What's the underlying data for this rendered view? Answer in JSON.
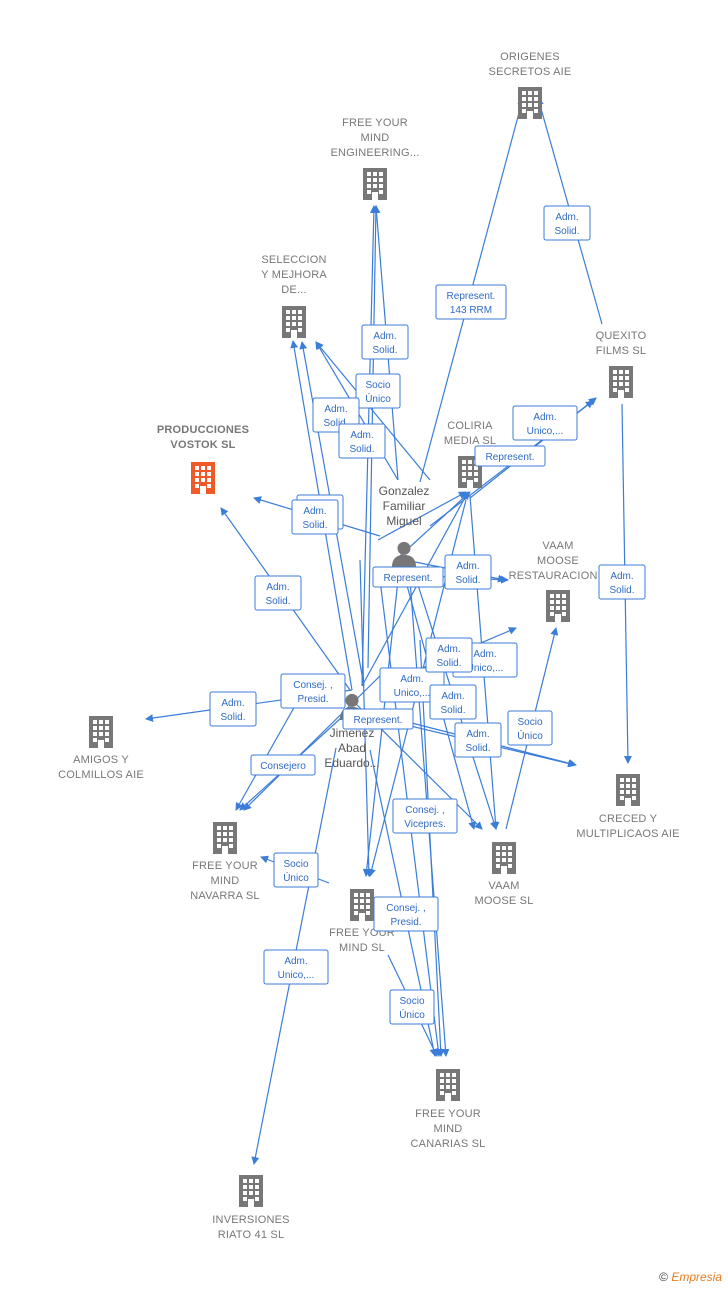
{
  "colors": {
    "edge": "#3b7dd8",
    "company": "#777777",
    "focus_company": "#f05a28",
    "person": "#777777"
  },
  "companies": [
    {
      "id": "origenes",
      "label": [
        "ORIGENES",
        "SECRETOS  AIE"
      ],
      "focus": false
    },
    {
      "id": "fym_eng",
      "label": [
        "FREE YOUR",
        "MIND",
        "ENGINEERING..."
      ],
      "focus": false
    },
    {
      "id": "seleccion",
      "label": [
        "SELECCION",
        "Y MEJHORA",
        "DE..."
      ],
      "focus": false
    },
    {
      "id": "quexito",
      "label": [
        "QUEXITO",
        "FILMS  SL"
      ],
      "focus": false
    },
    {
      "id": "coliria",
      "label": [
        "COLIRIA",
        "MEDIA  SL"
      ],
      "focus": false
    },
    {
      "id": "vostok",
      "label": [
        "PRODUCCIONES",
        "VOSTOK  SL"
      ],
      "focus": true
    },
    {
      "id": "vaam_rest",
      "label": [
        "VAAM",
        "MOOSE",
        "RESTAURACION..."
      ],
      "focus": false
    },
    {
      "id": "amigos",
      "label": [
        "AMIGOS Y",
        "COLMILLOS AIE"
      ],
      "focus": false
    },
    {
      "id": "creced",
      "label": [
        "CRECED Y",
        "MULTIPLICAOS AIE"
      ],
      "focus": false
    },
    {
      "id": "fym_navarra",
      "label": [
        "FREE YOUR",
        "MIND",
        "NAVARRA  SL"
      ],
      "focus": false
    },
    {
      "id": "vaam",
      "label": [
        "VAAM",
        "MOOSE  SL"
      ],
      "focus": false
    },
    {
      "id": "fym_sl",
      "label": [
        "FREE YOUR",
        "MIND SL"
      ],
      "focus": false
    },
    {
      "id": "fym_canarias",
      "label": [
        "FREE YOUR",
        "MIND",
        "CANARIAS  SL"
      ],
      "focus": false
    },
    {
      "id": "inversiones",
      "label": [
        "INVERSIONES",
        "RIATO 41 SL"
      ],
      "focus": false
    }
  ],
  "persons": [
    {
      "id": "gonzalez",
      "label": [
        "Gonzalez",
        "Familiar",
        "Miguel"
      ]
    },
    {
      "id": "jimenez",
      "label": [
        "Jimenez",
        "Abad",
        "Eduardo..."
      ]
    }
  ],
  "relations": [
    {
      "text": [
        "Adm.",
        "Solid."
      ]
    },
    {
      "text": [
        "Represent.",
        "143 RRM"
      ]
    },
    {
      "text": [
        "Adm.",
        "Solid."
      ]
    },
    {
      "text": [
        "Socio",
        "Único"
      ]
    },
    {
      "text": [
        "Adm.",
        "Solid."
      ]
    },
    {
      "text": [
        "Adm.",
        "Solid."
      ]
    },
    {
      "text": [
        "Adm.",
        "Unico,..."
      ]
    },
    {
      "text": [
        "Represent."
      ]
    },
    {
      "text": [
        "Adm.",
        "Solid."
      ]
    },
    {
      "text": [
        "Adm.",
        "Solid."
      ]
    },
    {
      "text": [
        "Adm.",
        "Solid."
      ]
    },
    {
      "text": [
        "Represent."
      ]
    },
    {
      "text": [
        "Adm.",
        "Solid."
      ]
    },
    {
      "text": [
        "Adm.",
        "Solid."
      ]
    },
    {
      "text": [
        "Adm.",
        "Unico,..."
      ]
    },
    {
      "text": [
        "Adm.",
        "Unico,..."
      ]
    },
    {
      "text": [
        "Adm.",
        "Solid."
      ]
    },
    {
      "text": [
        "Consej. ,",
        "Presid."
      ]
    },
    {
      "text": [
        "Adm.",
        "Solid."
      ]
    },
    {
      "text": [
        "Represent."
      ]
    },
    {
      "text": [
        "Adm.",
        "Solid."
      ]
    },
    {
      "text": [
        "Socio",
        "Único"
      ]
    },
    {
      "text": [
        "Consejero"
      ]
    },
    {
      "text": [
        "Adm.",
        "Solid."
      ]
    },
    {
      "text": [
        "Consej. ,",
        "Vicepres."
      ]
    },
    {
      "text": [
        "Socio",
        "Único"
      ]
    },
    {
      "text": [
        "Consej. ,",
        "Presid."
      ]
    },
    {
      "text": [
        "Adm.",
        "Unico,..."
      ]
    },
    {
      "text": [
        "Socio",
        "Único"
      ]
    }
  ],
  "footer": {
    "copyright": "©",
    "brand": "Empresia"
  }
}
